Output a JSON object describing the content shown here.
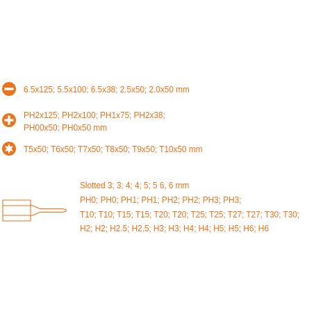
{
  "accent_color": "#e8741e",
  "slotted": {
    "icon": "slotted-screwdriver-icon",
    "lines": [
      "6.5x125; 5.5x100; 6.5x38; 2.5x50; 2.0x50 mm"
    ]
  },
  "phillips": {
    "icon": "phillips-screwdriver-icon",
    "lines": [
      "PH2x125; PH2x100; PH1x75; PH2x38;",
      "PH00x50; PH0x50 mm"
    ]
  },
  "torx": {
    "icon": "torx-screwdriver-icon",
    "lines": [
      "T5x50; T6x50; T7x50; T8x50; T9x50; T10x50 mm"
    ]
  },
  "bits": {
    "icon": "screwdriver-bit-icon",
    "lines": [
      "Slotted 3; 3; 4; 4; 5; 5 6, 6 mm",
      "PH0; PH0; PH1; PH1; PH2; PH2; PH3; PH3;",
      "T10; T10; T15; T15; T20; T20; T25; T25; T27; T27; T30; T30;",
      "H2; H2; H2.5; H2.5; H3; H3; H4; H4; H5; H5; H6; H6"
    ]
  }
}
